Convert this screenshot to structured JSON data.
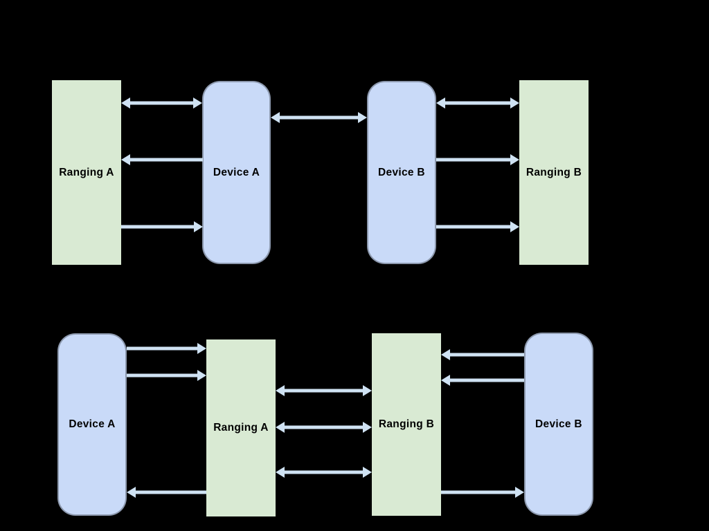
{
  "canvas": {
    "background": "#000000"
  },
  "palette": {
    "canvas_bg": "#000000",
    "ranging_fill": "#d9ead3",
    "device_fill": "#c9daf8",
    "arrow_fill": "#cfe2f3",
    "label_color": "#000000"
  },
  "top": {
    "boxes": [
      {
        "id": "ranging-a",
        "label": "Ranging A",
        "kind": "ranging"
      },
      {
        "id": "device-a",
        "label": "Device A",
        "kind": "device"
      },
      {
        "id": "device-b",
        "label": "Device B",
        "kind": "device"
      },
      {
        "id": "ranging-b",
        "label": "Ranging B",
        "kind": "ranging"
      }
    ],
    "edges": [
      {
        "between": [
          "Ranging A",
          "Device A"
        ],
        "direction": "bidirectional"
      },
      {
        "between": [
          "Device A",
          "Device B"
        ],
        "direction": "bidirectional"
      },
      {
        "from": "Device A",
        "to": "Ranging A",
        "direction": "single"
      },
      {
        "from": "Ranging A",
        "to": "Device A",
        "direction": "single"
      },
      {
        "between": [
          "Device B",
          "Ranging B"
        ],
        "direction": "bidirectional"
      },
      {
        "from": "Device B",
        "to": "Ranging B",
        "direction": "single"
      },
      {
        "from": "Device B",
        "to": "Ranging B",
        "direction": "single"
      }
    ]
  },
  "bottom": {
    "boxes": [
      {
        "id": "device-a",
        "label": "Device A",
        "kind": "device"
      },
      {
        "id": "ranging-a",
        "label": "Ranging A",
        "kind": "ranging"
      },
      {
        "id": "ranging-b",
        "label": "Ranging B",
        "kind": "ranging"
      },
      {
        "id": "device-b",
        "label": "Device B",
        "kind": "device"
      }
    ],
    "edges": [
      {
        "from": "Device A",
        "to": "Ranging A",
        "direction": "single"
      },
      {
        "from": "Device A",
        "to": "Ranging A",
        "direction": "single"
      },
      {
        "from": "Ranging A",
        "to": "Device A",
        "direction": "single"
      },
      {
        "between": [
          "Ranging A",
          "Ranging B"
        ],
        "direction": "bidirectional"
      },
      {
        "between": [
          "Ranging A",
          "Ranging B"
        ],
        "direction": "bidirectional"
      },
      {
        "between": [
          "Ranging A",
          "Ranging B"
        ],
        "direction": "bidirectional"
      },
      {
        "from": "Device B",
        "to": "Ranging B",
        "direction": "single"
      },
      {
        "from": "Device B",
        "to": "Ranging B",
        "direction": "single"
      },
      {
        "from": "Ranging B",
        "to": "Device B",
        "direction": "single"
      }
    ]
  }
}
